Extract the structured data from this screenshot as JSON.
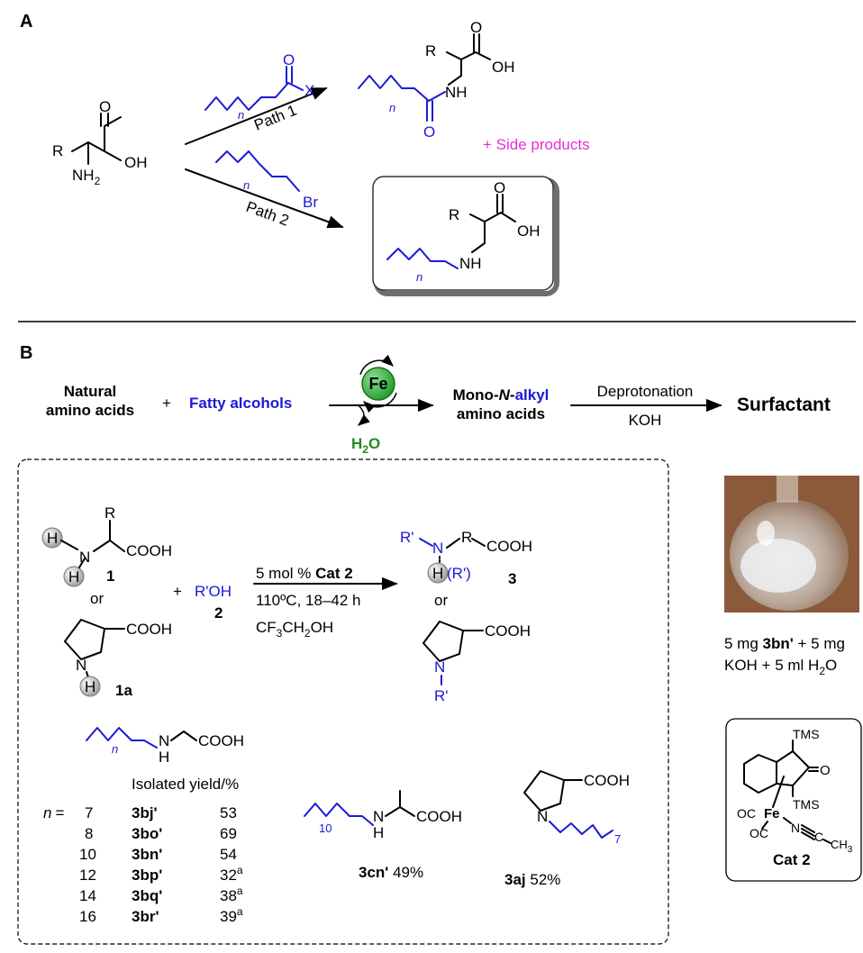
{
  "panel_a": {
    "label": "A",
    "reactant": {
      "r": "R",
      "o": "O",
      "oh": "OH",
      "nh2_main": "NH",
      "nh2_sub": "2"
    },
    "path1": {
      "label": "Path 1",
      "reagent_o": "O",
      "reagent_x": "X",
      "reagent_n": "n"
    },
    "product1": {
      "r": "R",
      "o": "O",
      "oh": "OH",
      "nh": "NH",
      "amide_o": "O",
      "n": "n",
      "side_products": "+ Side products"
    },
    "path2": {
      "label": "Path 2",
      "reagent_br": "Br",
      "reagent_n": "n"
    },
    "product2": {
      "r": "R",
      "o": "O",
      "oh": "OH",
      "nh": "NH",
      "n": "n"
    }
  },
  "panel_b": {
    "label": "B",
    "scheme": {
      "natural_line1": "Natural",
      "natural_line2": "amino acids",
      "plus": "+",
      "fatty": "Fatty alcohols",
      "fe": "Fe",
      "water_main": "H",
      "water_sub": "2",
      "water_end": "O",
      "mono_line1_pre": "Mono-",
      "mono_line1_n": "N",
      "mono_line1_dash": "-",
      "mono_line1_alkyl": "alkyl",
      "mono_line2": "amino acids",
      "deprot": "Deprotonation",
      "koh": "KOH",
      "surfactant": "Surfactant"
    },
    "reaction": {
      "r": "R",
      "h": "H",
      "n": "N",
      "cooh": "COOH",
      "num1": "1",
      "or": "or",
      "num1a": "1a",
      "plus": "+",
      "roh": "R'OH",
      "num2": "2",
      "cond1_pre": "5 mol % ",
      "cond1_cat": "Cat 2",
      "cond2": "110ºC, 18–42 h",
      "cond3_a": "CF",
      "cond3_sub1": "3",
      "cond3_b": "CH",
      "cond3_sub2": "2",
      "cond3_c": "OH",
      "r_prime": "R'",
      "h_r": "(R')",
      "num3": "3"
    },
    "series": {
      "n_label": "n",
      "nh_n": "N",
      "nh_h": "H",
      "cooh": "COOH",
      "header": "Isolated yield/%",
      "n_eq": "n",
      "eq": "=",
      "rows": [
        {
          "n": "7",
          "code": "3bj'",
          "yield": "53",
          "note": ""
        },
        {
          "n": "8",
          "code": "3bo'",
          "yield": "69",
          "note": ""
        },
        {
          "n": "10",
          "code": "3bn'",
          "yield": "54",
          "note": ""
        },
        {
          "n": "12",
          "code": "3bp'",
          "yield": "32",
          "note": "a"
        },
        {
          "n": "14",
          "code": "3bq'",
          "yield": "38",
          "note": "a"
        },
        {
          "n": "16",
          "code": "3br'",
          "yield": "39",
          "note": "a"
        }
      ]
    },
    "compound_3cn": {
      "sub": "10",
      "n": "N",
      "h": "H",
      "cooh": "COOH",
      "code": "3cn'",
      "yield": " 49%"
    },
    "compound_3aj": {
      "n": "N",
      "cooh": "COOH",
      "sub": "7",
      "code": "3aj",
      "yield": " 52%"
    },
    "photo_caption": {
      "line1_a": "5 mg ",
      "line1_b": "3bn'",
      "line1_c": " + 5 mg",
      "line2_a": "KOH + 5 ml H",
      "line2_sub": "2",
      "line2_b": "O"
    },
    "catalyst": {
      "tms1": "TMS",
      "o": "O",
      "tms2": "TMS",
      "oc1": "OC",
      "fe": "Fe",
      "oc2": "OC",
      "nc": "N",
      "c": "C",
      "ch3_a": "CH",
      "ch3_sub": "3",
      "label": "Cat 2"
    }
  },
  "colors": {
    "blue": "#1a1ad6",
    "magenta": "#e62fd0",
    "green": "#1f8a1f",
    "fe_green": "#35b34a"
  }
}
